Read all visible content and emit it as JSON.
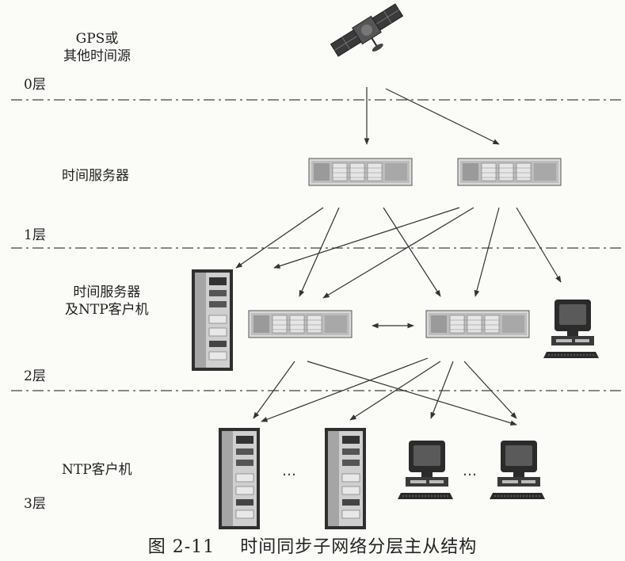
{
  "layers": [
    {
      "label_lines": [
        "GPS或",
        "其他时间源"
      ],
      "level_label": "0层"
    },
    {
      "label_lines": [
        "时间服务器"
      ],
      "level_label": "1层"
    },
    {
      "label_lines": [
        "时间服务器",
        "及NTP客户机"
      ],
      "level_label": "2层"
    },
    {
      "label_lines": [
        "NTP客户机"
      ],
      "level_label": "3层"
    }
  ],
  "ellipsis": "…",
  "caption": {
    "number": "图 2-11",
    "title": "时间同步子网络分层主从结构"
  },
  "colors": {
    "line": "#333333",
    "dash": "#444444",
    "device_dark": "#3a3a3a",
    "device_light": "#cfcfcf",
    "screen": "#2b2b2b"
  },
  "icons": [
    "satellite-icon",
    "rack-server-icon",
    "tower-server-icon",
    "workstation-icon"
  ]
}
